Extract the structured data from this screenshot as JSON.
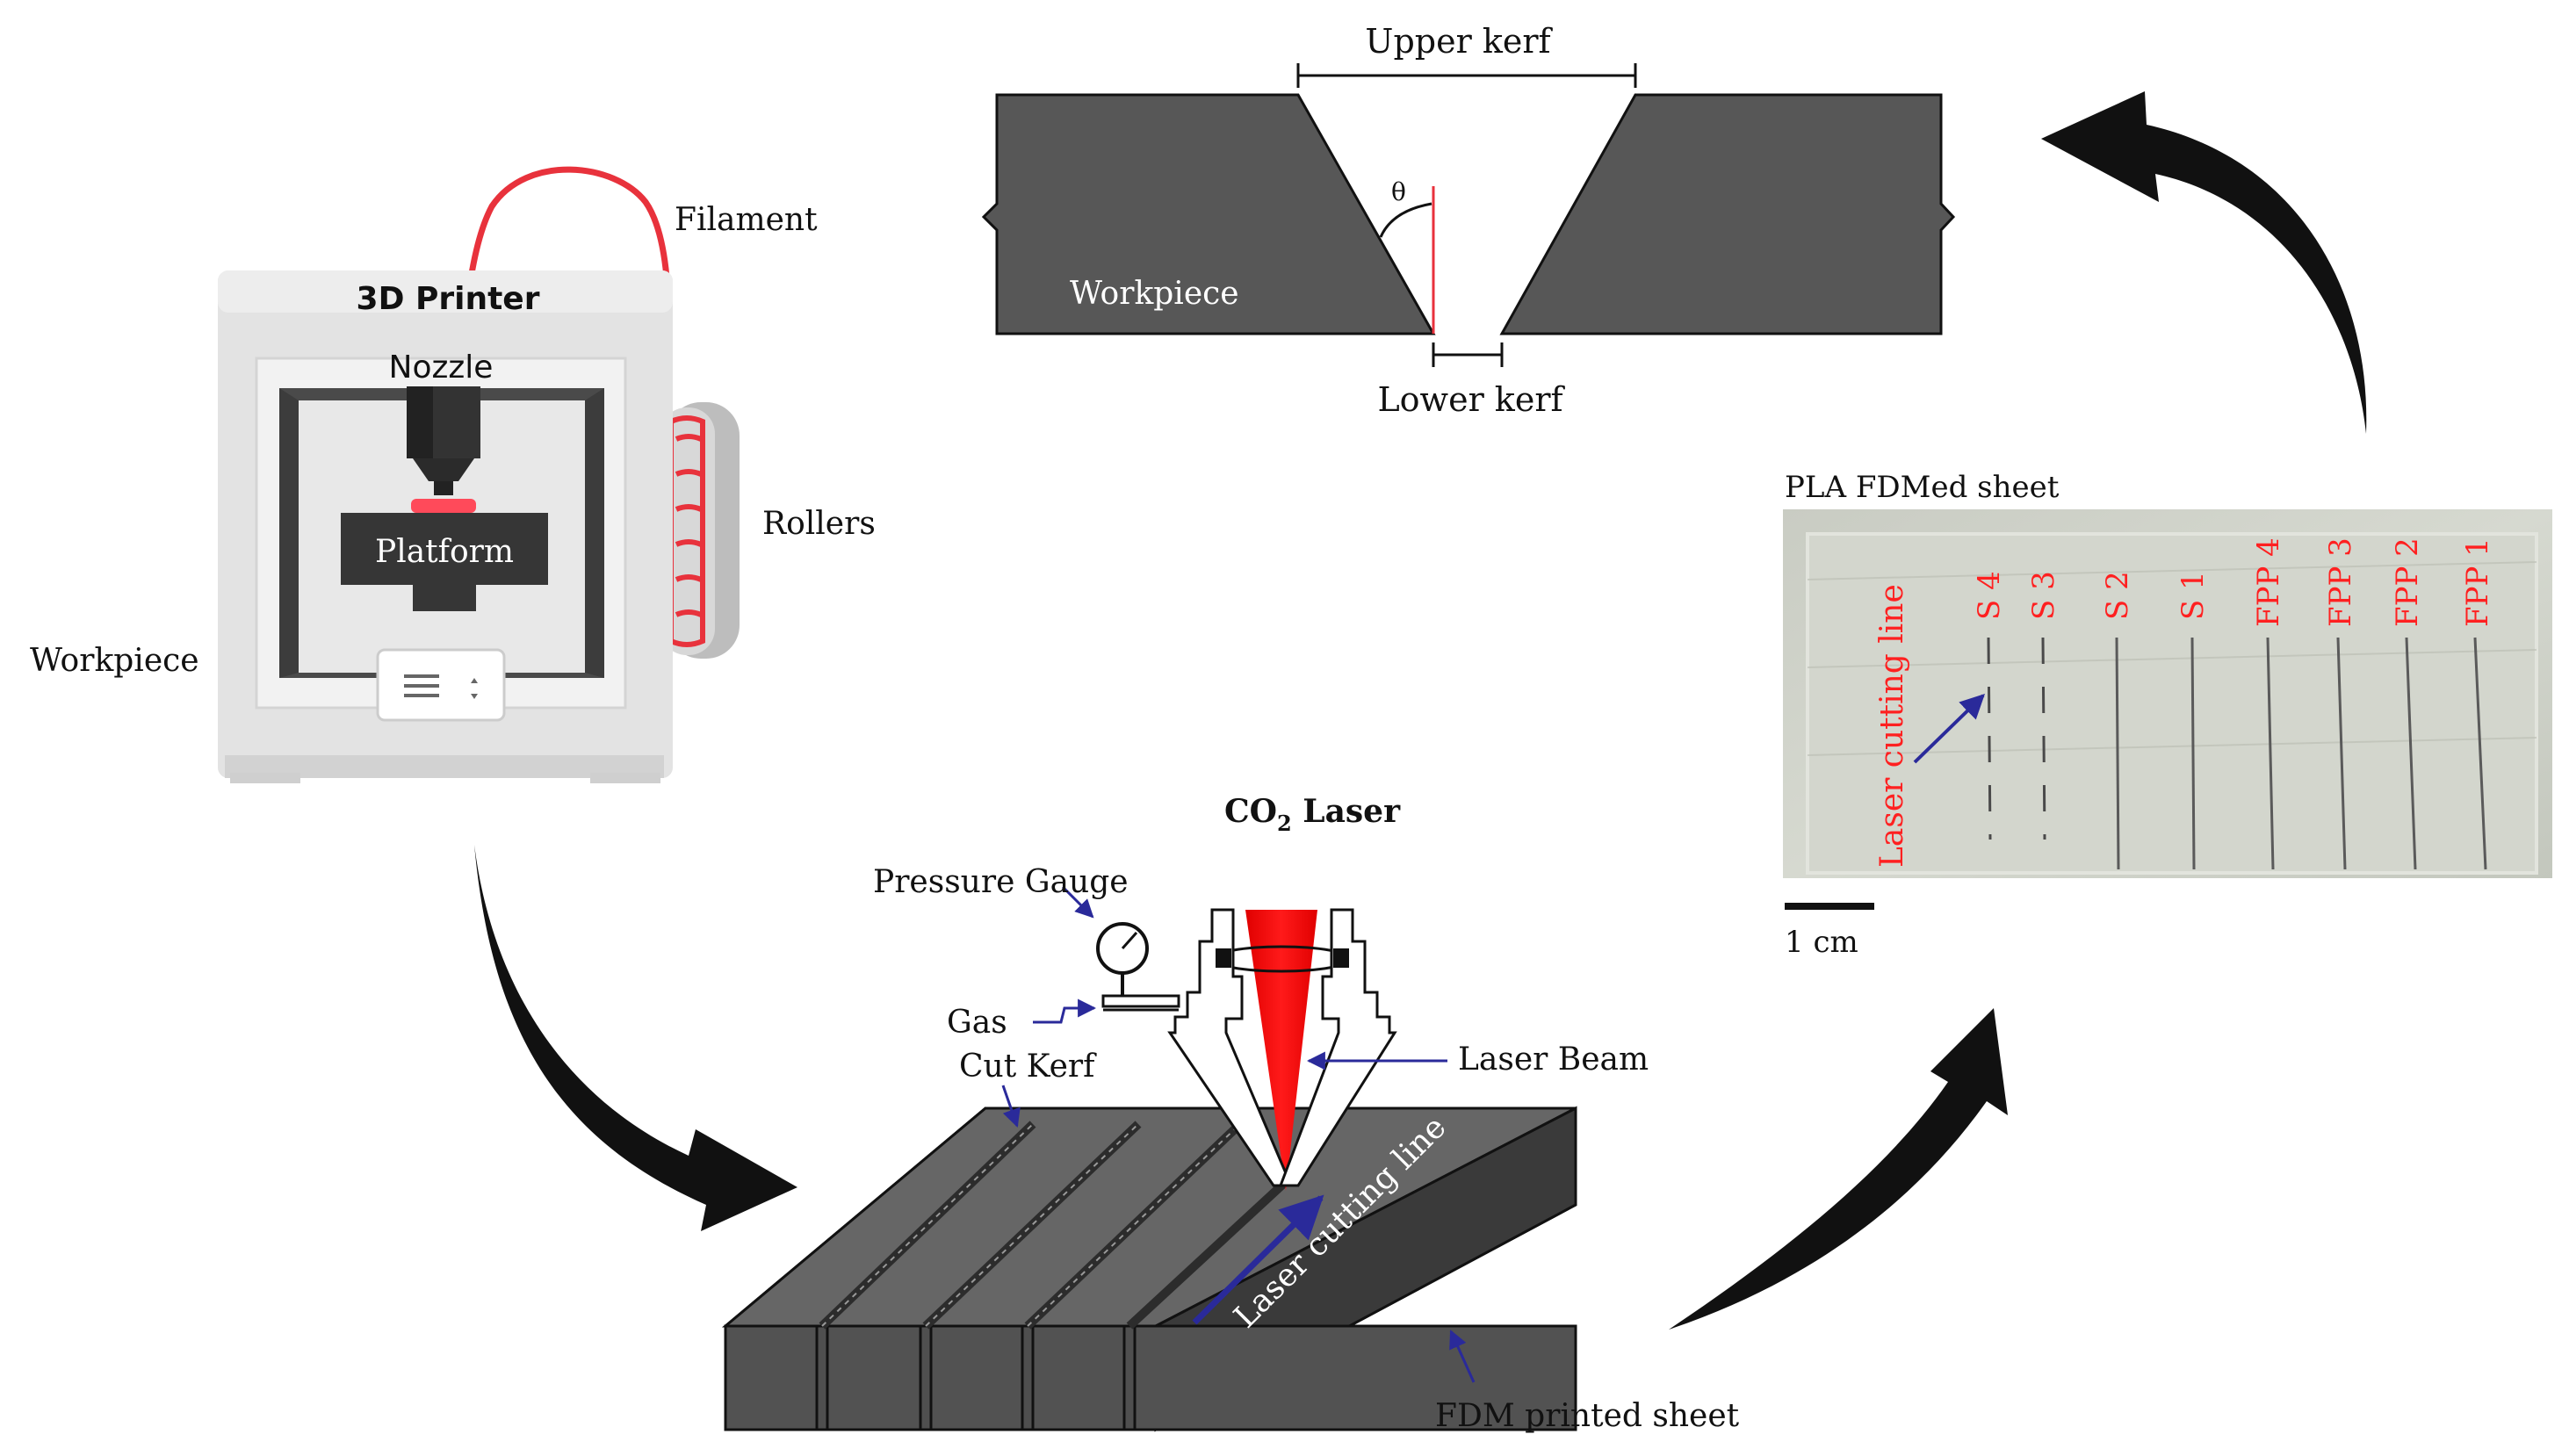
{
  "printer": {
    "title": "3D Printer",
    "nozzle": "Nozzle",
    "platform": "Platform",
    "filament": "Filament",
    "rollers": "Rollers",
    "workpiece": "Workpiece"
  },
  "kerf_section": {
    "upper_kerf": "Upper kerf",
    "lower_kerf": "Lower kerf",
    "angle_symbol": "θ",
    "workpiece": "Workpiece"
  },
  "laser": {
    "title_prefix": "CO",
    "title_subscript": "2",
    "title_suffix": " Laser",
    "pressure_gauge": "Pressure Gauge",
    "gas": "Gas",
    "cut_kerf": "Cut Kerf",
    "laser_beam": "Laser Beam",
    "cutting_line": "Laser cutting line",
    "sheet": "FDM printed sheet"
  },
  "photo": {
    "caption": "PLA FDMed sheet",
    "cutting_line": "Laser cutting line",
    "scale": "1 cm",
    "cut_labels": [
      "S 4",
      "S 3",
      "S 2",
      "S 1",
      "FPP 4",
      "FPP 3",
      "FPP 2",
      "FPP 1"
    ]
  },
  "colors": {
    "dark_gray": "#575757",
    "accent_red": "#ff2020",
    "arrow_blue": "#2a2a9a",
    "filament_red": "#e8323c"
  }
}
